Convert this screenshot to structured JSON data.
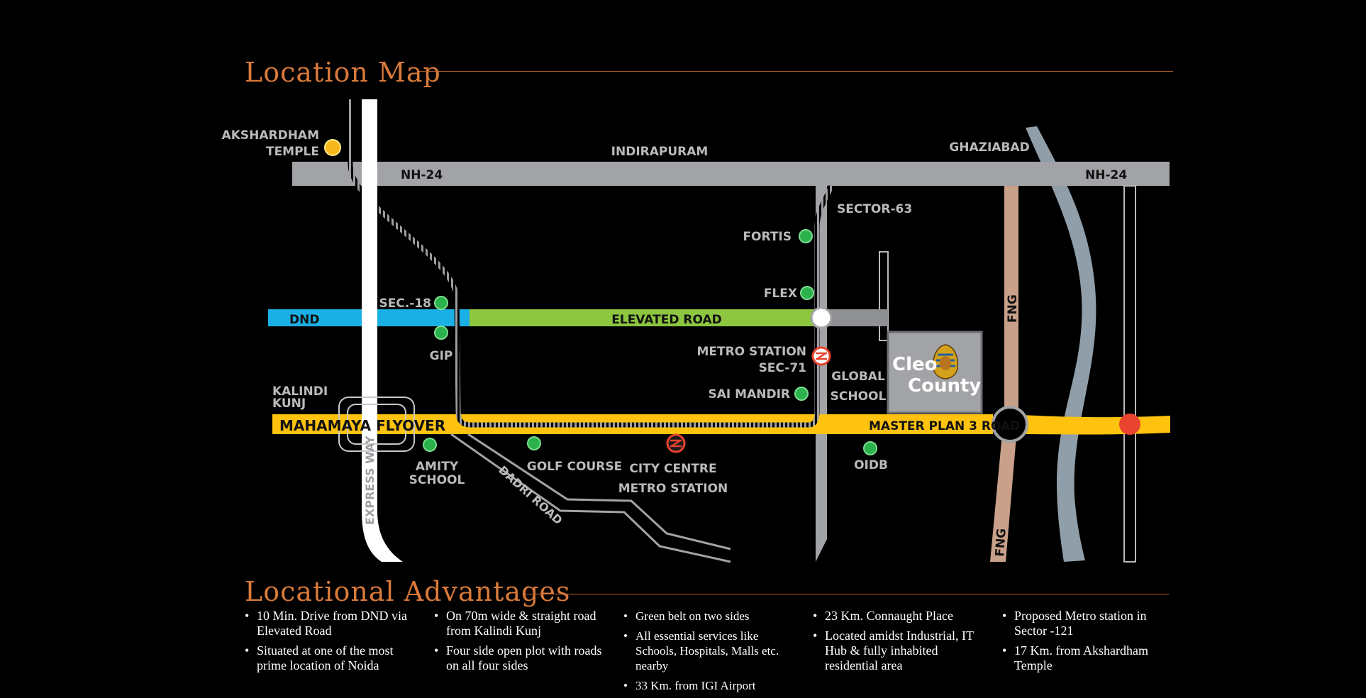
{
  "headings": {
    "map": "Location Map",
    "advantages": "Locational Advantages"
  },
  "map": {
    "places": {
      "akshardham": [
        "AKSHARDHAM",
        "TEMPLE"
      ],
      "indirapuram": "INDIRAPURAM",
      "ghaziabad": "GHAZIABAD",
      "sector63": "SECTOR-63",
      "fortis": "FORTIS",
      "flex": "FLEX",
      "sec18": "SEC.-18",
      "gip": "GIP",
      "metro_sec71": [
        "METRO STATION",
        "SEC-71"
      ],
      "sai_mandir": "SAI MANDIR",
      "global_school": [
        "GLOBAL",
        "SCHOOL"
      ],
      "kalindi_kunj": [
        "KALINDI",
        "KUNJ"
      ],
      "amity_school": [
        "AMITY",
        "SCHOOL"
      ],
      "golf_course": "GOLF COURSE",
      "city_centre": [
        "CITY CENTRE",
        "METRO STATION"
      ],
      "oidb": "OIDB"
    },
    "roads": {
      "nh24_left": "NH-24",
      "nh24_right": "NH-24",
      "dnd": "DND",
      "elevated": "ELEVATED  ROAD",
      "mahamaya": "MAHAMAYA FLYOVER",
      "master_plan": "MASTER PLAN 3 ROAD",
      "fng_top": "FNG",
      "fng_bottom": "FNG",
      "expressway": "EXPRESS WAY",
      "dadri": "DADRI ROAD"
    },
    "project_logo": [
      "Cleo",
      "County"
    ],
    "colors": {
      "grey_road": "#a2a3a6",
      "dnd": "#1ab0e6",
      "elevated": "#8dc63f",
      "mahamaya": "#ffc20e",
      "fng": "#c9a089",
      "river": "#8f9ea8",
      "landmark": "#2bb24c",
      "akshardham": "#f7b81d",
      "proposed_metro": "#e8442f",
      "label": "#b9babc",
      "heading": "#d97a3a"
    }
  },
  "advantages": [
    [
      "10 Min. Drive from DND via Elevated Road",
      "Situated at one of the most prime location of Noida"
    ],
    [
      "On 70m wide & straight road from Kalindi Kunj",
      "Four side open plot with roads on all four sides"
    ],
    [
      "Green belt on two sides",
      "All essential services like Schools, Hospitals, Malls etc. nearby",
      "33 Km. from IGI Airport"
    ],
    [
      "23 Km. Connaught Place",
      "Located amidst Industrial, IT Hub & fully inhabited residential area"
    ],
    [
      "Proposed Metro station in Sector -121",
      "17 Km. from Akshardham Temple"
    ]
  ]
}
